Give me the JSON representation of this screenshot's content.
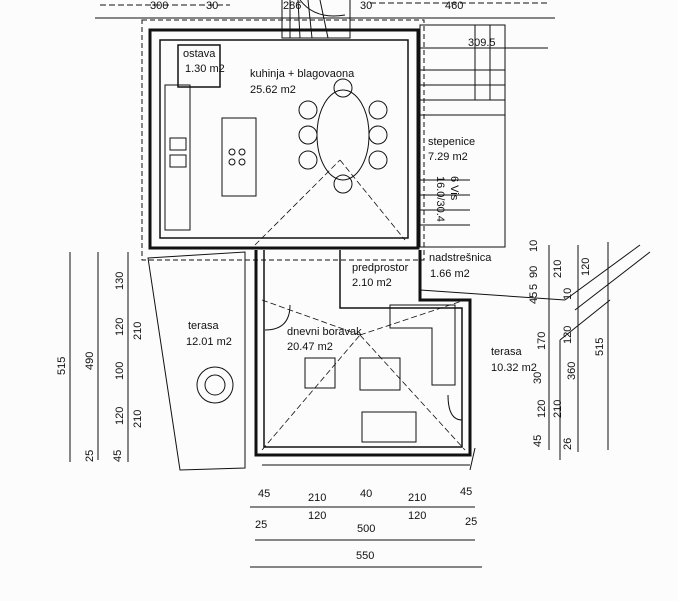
{
  "top_dims": {
    "d1": "300",
    "d2": "30",
    "d3": "286",
    "d4": "30",
    "d5": "460",
    "d6": "309.5"
  },
  "rooms": [
    {
      "name": "ostava",
      "area": "1.30 m2"
    },
    {
      "name": "kuhinja + blagovaona",
      "area": "25.62 m2"
    },
    {
      "name": "stepenice",
      "area": "7.29 m2"
    },
    {
      "name": "predprostor",
      "area": "2.10 m2"
    },
    {
      "name": "nadstrešnica",
      "area": "1.66 m2"
    },
    {
      "name": "terasa",
      "area": "12.01 m2"
    },
    {
      "name": "dnevni boravak",
      "area": "20.47 m2"
    },
    {
      "name": "terasa",
      "area": "10.32 m2"
    }
  ],
  "stair_note": {
    "steps": "6 Vis",
    "size": "16.0/30.4"
  },
  "left_dims": {
    "total": "515",
    "inner": "490",
    "a": "25",
    "b": "45",
    "s1": "130",
    "s2": "120",
    "s3": "100",
    "s4": "120",
    "w1": "210",
    "w2": "210"
  },
  "right_dims": {
    "a": "10",
    "b": "90",
    "c": "5",
    "d": "45",
    "e": "170",
    "f": "30",
    "g": "120",
    "h": "45",
    "w1": "210",
    "w2": "10",
    "w3": "120",
    "w4": "210",
    "w5": "26",
    "i": "120",
    "j": "360",
    "total": "515"
  },
  "bottom_dims": {
    "r1": [
      "45",
      "210",
      "40",
      "210",
      "45"
    ],
    "r2": [
      "120",
      "120"
    ],
    "r3": [
      "25",
      "500",
      "25"
    ],
    "total": "550"
  }
}
